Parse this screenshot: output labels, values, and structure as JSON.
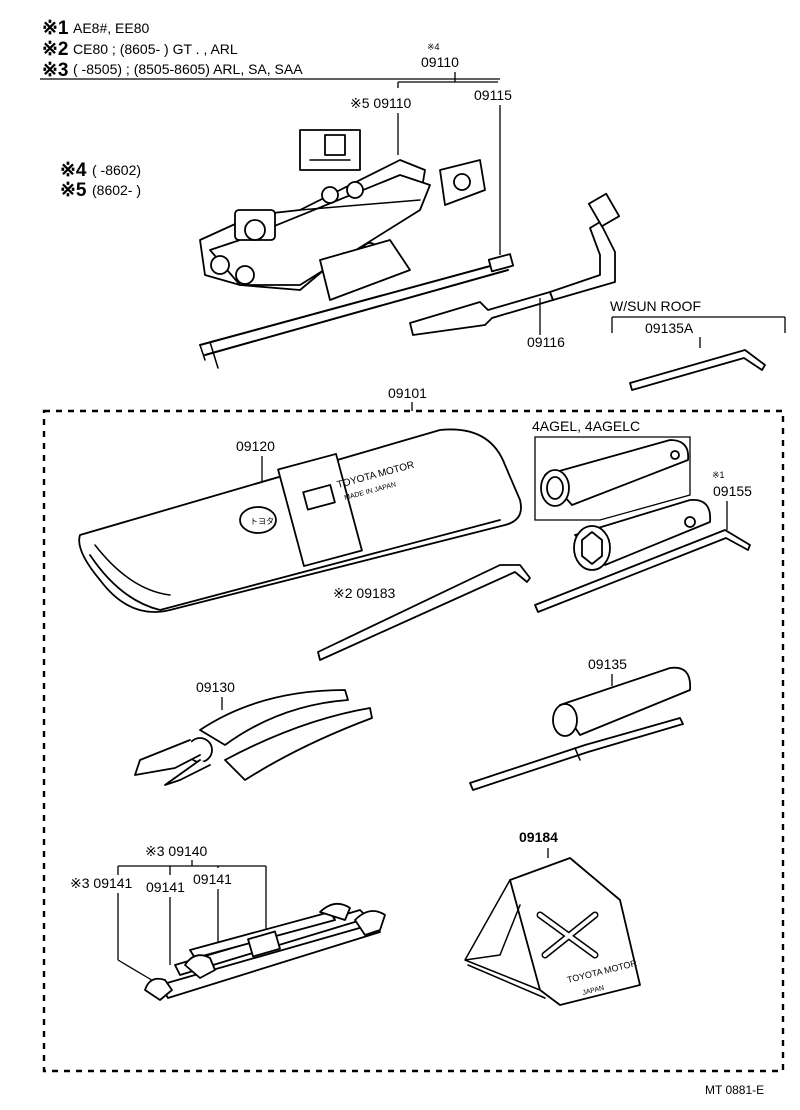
{
  "notes": [
    {
      "mark": "※1",
      "text": "AE8#, EE80"
    },
    {
      "mark": "※2",
      "text": "CE80 ; (8605-        ) GT . , ARL"
    },
    {
      "mark": "※3",
      "text": "(        -8505) ; (8505-8605) ARL, SA, SAA"
    },
    {
      "mark": "※4",
      "text": "(        -8602)"
    },
    {
      "mark": "※5",
      "text": "(8602-        )"
    }
  ],
  "callouts": {
    "n09110_star4_mark": "※4",
    "n09110_star4": "09110",
    "n09110_star5": "※5 09110",
    "n09115": "09115",
    "n09116": "09116",
    "sunroof_title": "W/SUN ROOF",
    "n09135A": "09135A",
    "n09101": "09101",
    "n09120": "09120",
    "engine_title": "4AGEL, 4AGELC",
    "n09155_mark": "※1",
    "n09155": "09155",
    "n09183": "※2 09183",
    "n09130": "09130",
    "n09135": "09135",
    "n09140": "※3 09140",
    "n09141_a": "※3 09141",
    "n09141_b": "09141",
    "n09141_c": "09141",
    "n09184": "09184"
  },
  "part_markings": {
    "pouch_brand": "TOYOTA MOTOR",
    "pouch_origin": "MADE IN JAPAN",
    "pouch_logo": "トヨタ",
    "triangle_brand": "TOYOTA MOTOR",
    "triangle_origin": "JAPAN"
  },
  "footer": {
    "code": "MT 0881-E"
  }
}
